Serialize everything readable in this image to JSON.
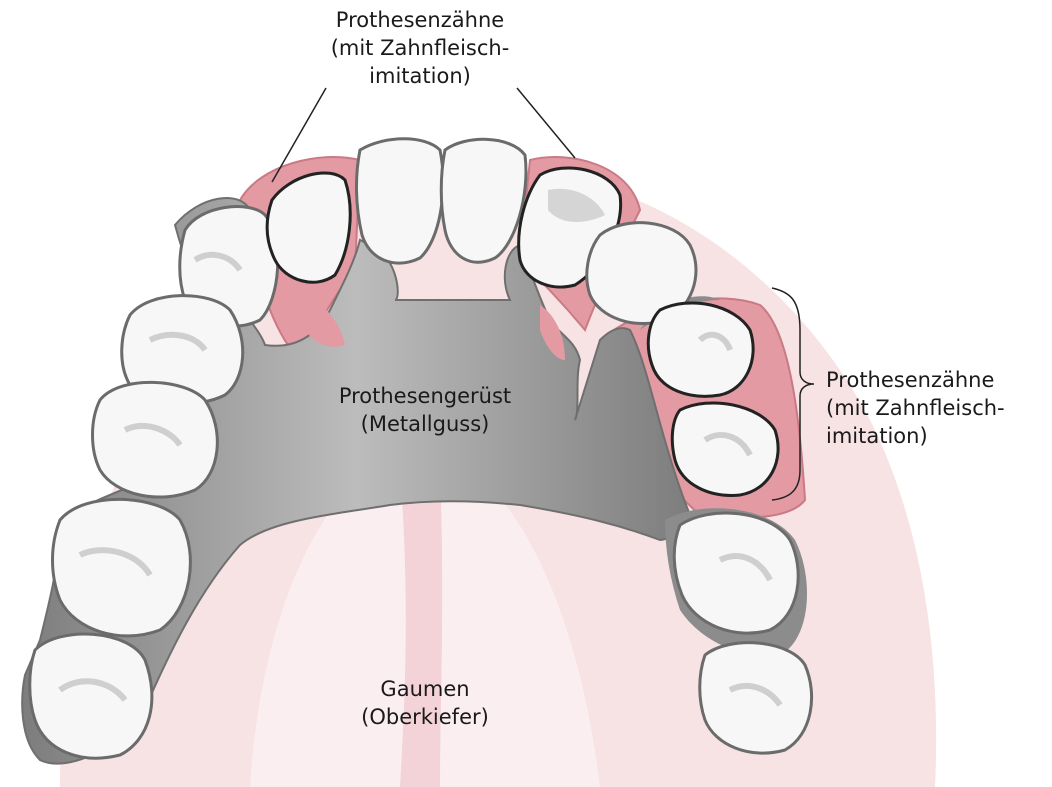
{
  "labels": {
    "prosthetic_teeth_top": [
      "Prothesenzähne",
      "(mit Zahnfleisch-",
      "imitation)"
    ],
    "prosthetic_teeth_right": [
      "Prothesenzähne",
      "(mit Zahnfleisch-",
      "imitation)"
    ],
    "framework": [
      "Prothesengerüst",
      "(Metallguss)"
    ],
    "palate": [
      "Gaumen",
      "(Oberkiefer)"
    ]
  },
  "colors": {
    "palate": "#f7e2e4",
    "palate_highlight": "#fbeef0",
    "gum": "#e39aa2",
    "gum_dark": "#c97a84",
    "metal": "#8c8c8c",
    "metal_light": "#b8b8b8",
    "tooth": "#f7f7f7",
    "tooth_outline": "#6b6b6b",
    "tooth_shade": "#d5d5d5",
    "line": "#222222"
  }
}
